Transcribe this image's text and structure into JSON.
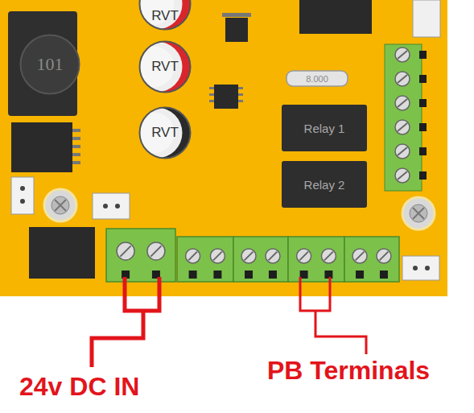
{
  "diagram": {
    "nodes": [
      {
        "text": [
          "RVT"
        ]
      },
      {
        "text": [
          "101"
        ]
      },
      {
        "text": [
          "RVT"
        ]
      },
      {
        "text": [
          "8.000"
        ]
      },
      {
        "text": [
          "Relay 1"
        ]
      },
      {
        "text": [
          "RVT"
        ]
      },
      {
        "text": [
          "Relay 2"
        ]
      }
    ],
    "labels": [
      "24v DC IN",
      "PB Terminals"
    ]
  }
}
